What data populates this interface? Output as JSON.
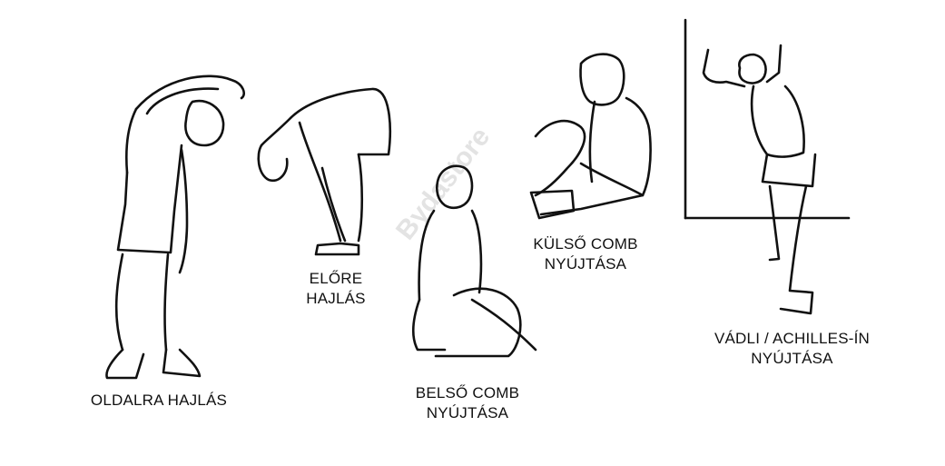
{
  "watermark": "Bydastore",
  "exercises": [
    {
      "id": "side-bend",
      "lines": [
        "OLDALRA HAJLÁS"
      ]
    },
    {
      "id": "forward-bend",
      "lines": [
        "ELŐRE",
        "HAJLÁS"
      ]
    },
    {
      "id": "inner-thigh",
      "lines": [
        "BELSŐ COMB",
        "NYÚJTÁSA"
      ]
    },
    {
      "id": "outer-thigh",
      "lines": [
        "KÜLSŐ COMB",
        "NYÚJTÁSA"
      ]
    },
    {
      "id": "calf-achilles",
      "lines": [
        "VÁDLI / ACHILLES-ÍN",
        "NYÚJTÁSA"
      ]
    }
  ]
}
